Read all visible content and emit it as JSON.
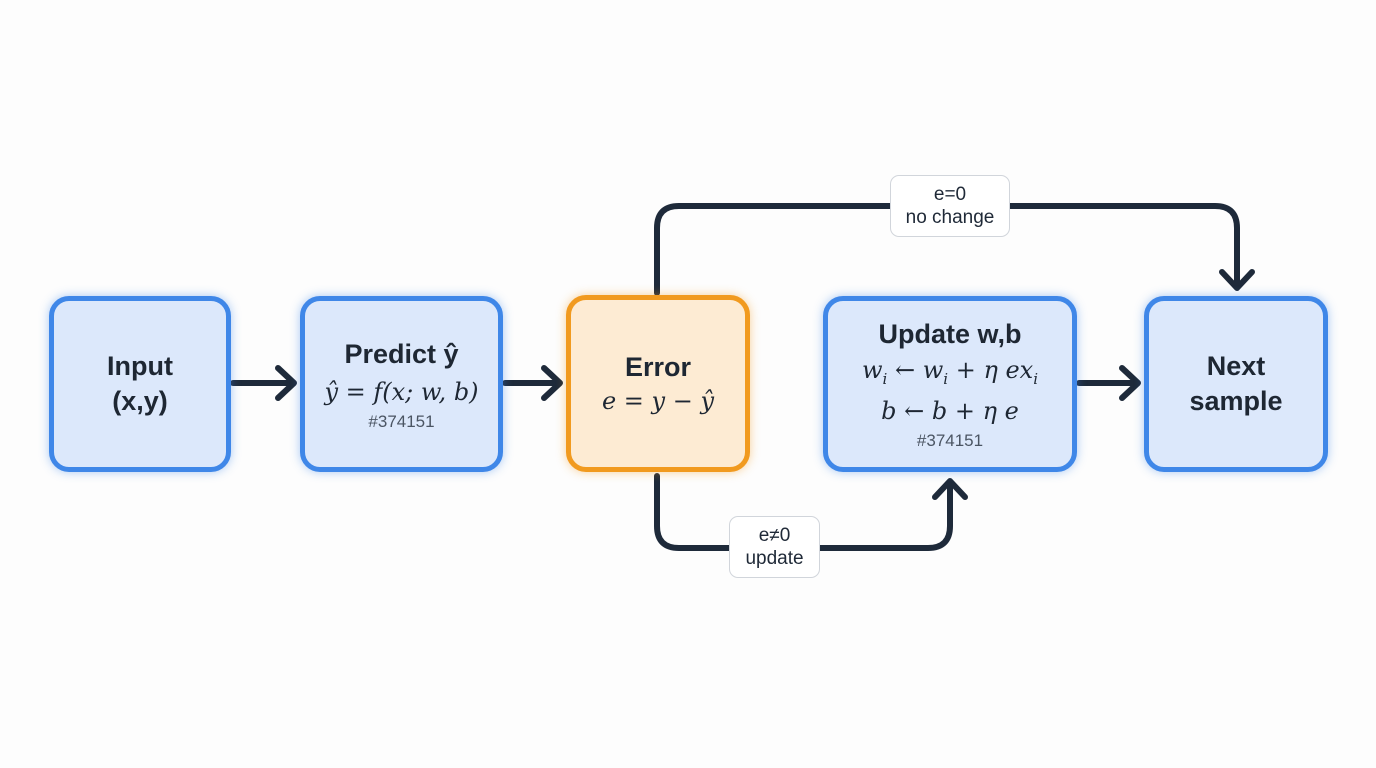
{
  "nodes": {
    "input": {
      "title_line1": "Input",
      "title_line2": "(x,y)"
    },
    "predict": {
      "title": "Predict ŷ",
      "formula": "ŷ = f(x; w, b)",
      "code": "#374151"
    },
    "error": {
      "title": "Error",
      "formula": "e = y − ŷ"
    },
    "update": {
      "title": "Update w,b",
      "formula_w_lhs": "w",
      "formula_w_sub": "i",
      "formula_w_mid": " ← w",
      "formula_w_sub2": "i",
      "formula_w_rhs": " + η ex",
      "formula_w_sub3": "i",
      "formula_b": "b ← b + η e",
      "code": "#374151"
    },
    "next": {
      "title_line1": "Next",
      "title_line2": "sample"
    }
  },
  "edge_labels": {
    "no_change": {
      "line1": "e=0",
      "line2": "no change"
    },
    "update": {
      "line1": "e≠0",
      "line2": "update"
    }
  },
  "colors": {
    "blue_fill": "#dce8fb",
    "blue_border": "#3f87e8",
    "orange_fill": "#fdebd3",
    "orange_border": "#f19a1f",
    "arrow": "#1e2a3a"
  }
}
